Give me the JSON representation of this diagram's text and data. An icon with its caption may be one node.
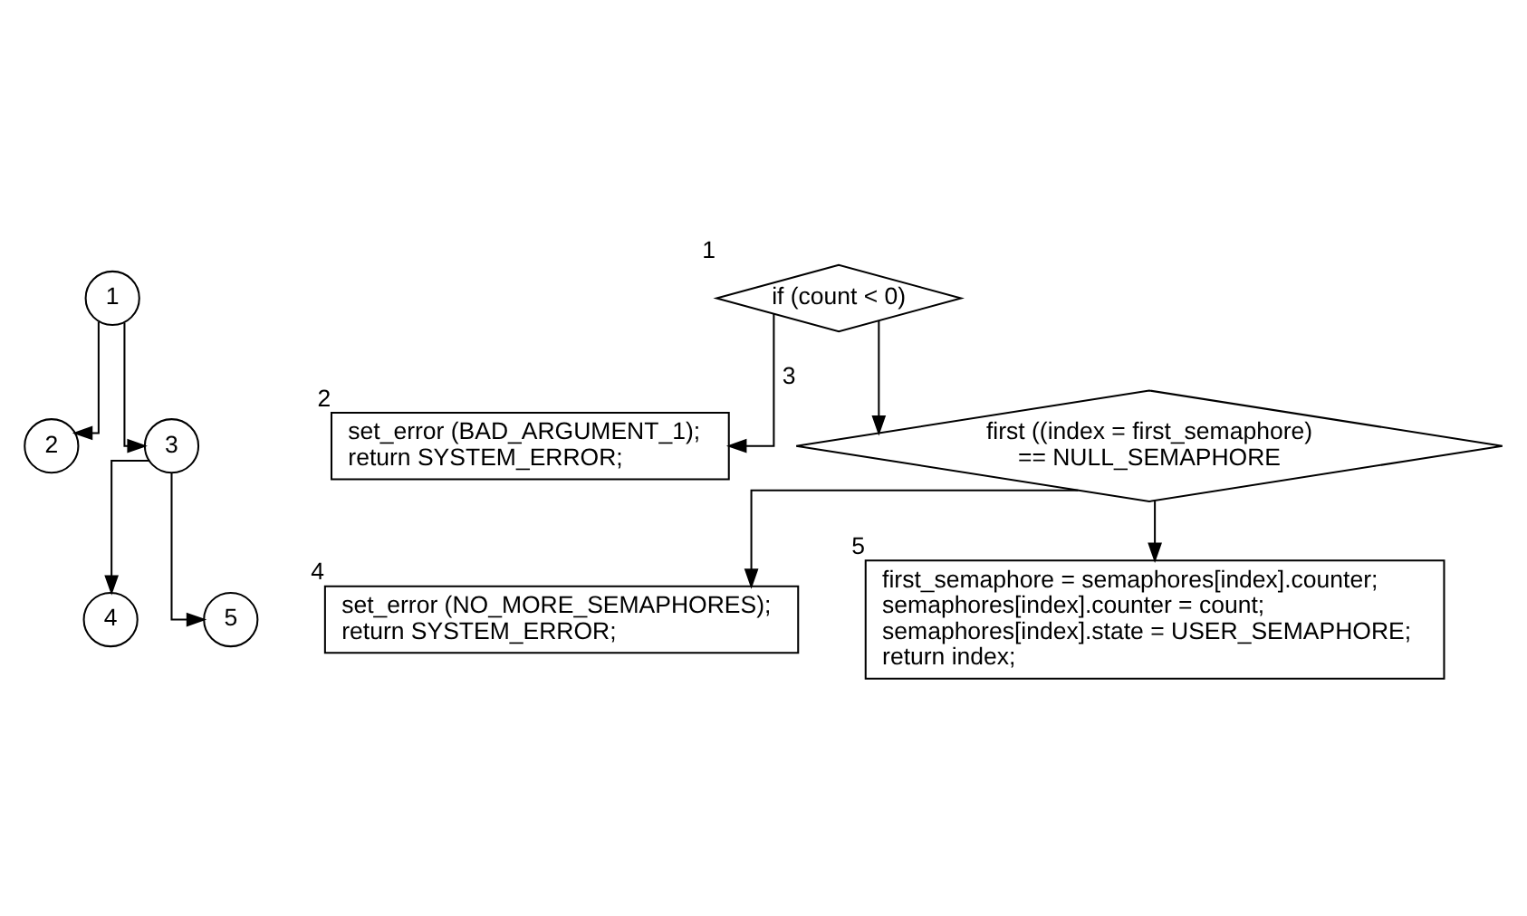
{
  "diagram": {
    "nodes": [
      {
        "text": [
          "1"
        ]
      },
      {
        "text": [
          "2"
        ]
      },
      {
        "text": [
          "3"
        ]
      },
      {
        "text": [
          "4"
        ]
      },
      {
        "text": [
          "5"
        ]
      },
      {
        "text": [
          "if (count < 0)"
        ],
        "beside": [
          "1"
        ]
      },
      {
        "text": [
          "set_error (BAD_ARGUMENT_1);",
          "return SYSTEM_ERROR;"
        ],
        "beside": [
          "2"
        ]
      },
      {
        "text": [
          "first ((index = first_semaphore) == NULL_SEMAPHORE"
        ],
        "beside": [
          "3"
        ]
      },
      {
        "text": [
          "set_error (NO_MORE_SEMAPHORES);",
          "return SYSTEM_ERROR;"
        ],
        "beside": [
          "4"
        ]
      },
      {
        "text": [
          "first_semaphore = semaphores[index].counter;",
          "semaphores[index].counter = count;",
          "semaphores[index].state = USER_SEMAPHORE;",
          "return index;"
        ],
        "beside": [
          "5"
        ]
      }
    ],
    "edges": [
      {
        "from": 0,
        "to": 1,
        "arrow": "to"
      },
      {
        "from": 0,
        "to": 2,
        "arrow": "to"
      },
      {
        "from": 2,
        "to": 3,
        "arrow": "to"
      },
      {
        "from": 2,
        "to": 4,
        "arrow": "to"
      },
      {
        "from": 5,
        "to": 6,
        "arrow": "to"
      },
      {
        "from": 5,
        "to": 7,
        "arrow": "to"
      },
      {
        "from": 7,
        "to": 8,
        "arrow": "to"
      },
      {
        "from": 7,
        "to": 9,
        "arrow": "to"
      }
    ]
  }
}
